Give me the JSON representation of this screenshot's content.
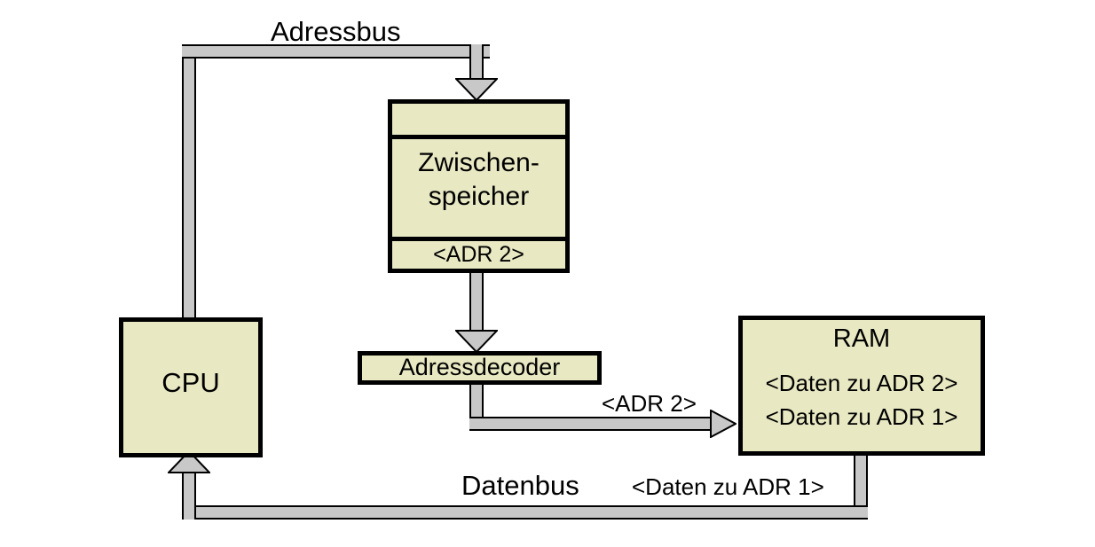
{
  "diagram": {
    "title": "CPU RAM Adressbus Datenbus Schema",
    "colors": {
      "box_fill": "#e8e8c3",
      "box_border": "#000000",
      "bus_fill": "#c8c8c8",
      "bus_outline": "#000000",
      "text": "#000000",
      "background": "#ffffff"
    }
  },
  "labels": {
    "adressbus": "Adressbus",
    "datenbus": "Datenbus",
    "daten_zu_adr_1_bus": "<Daten zu ADR 1>",
    "adr2_arrow": "<ADR 2>"
  },
  "nodes": {
    "cpu": {
      "name": "CPU",
      "label": "CPU"
    },
    "zwischenspeicher": {
      "name": "Zwischenspeicher",
      "top_cell": "",
      "middle_line1": "Zwischen-",
      "middle_line2": "speicher",
      "bottom_cell": "<ADR 2>"
    },
    "adressdecoder": {
      "name": "Adressdecoder",
      "label": "Adressdecoder"
    },
    "ram": {
      "name": "RAM",
      "title": "RAM",
      "row1": "<Daten zu ADR 2>",
      "row2": "<Daten zu ADR 1>"
    }
  },
  "edges": {
    "cpu_to_zwischenspeicher": {
      "name": "address-bus-edge",
      "label": "Adressbus",
      "direction": "CPU -> Zwischenspeicher"
    },
    "zwischenspeicher_to_adressdecoder": {
      "name": "latch-to-decoder-edge",
      "label": "",
      "direction": "Zwischenspeicher -> Adressdecoder"
    },
    "adressdecoder_to_ram": {
      "name": "decoder-to-ram-edge",
      "label": "<ADR 2>",
      "direction": "Adressdecoder -> RAM"
    },
    "ram_to_cpu": {
      "name": "data-bus-edge",
      "label": "Datenbus <Daten zu ADR 1>",
      "direction": "RAM -> CPU"
    }
  }
}
